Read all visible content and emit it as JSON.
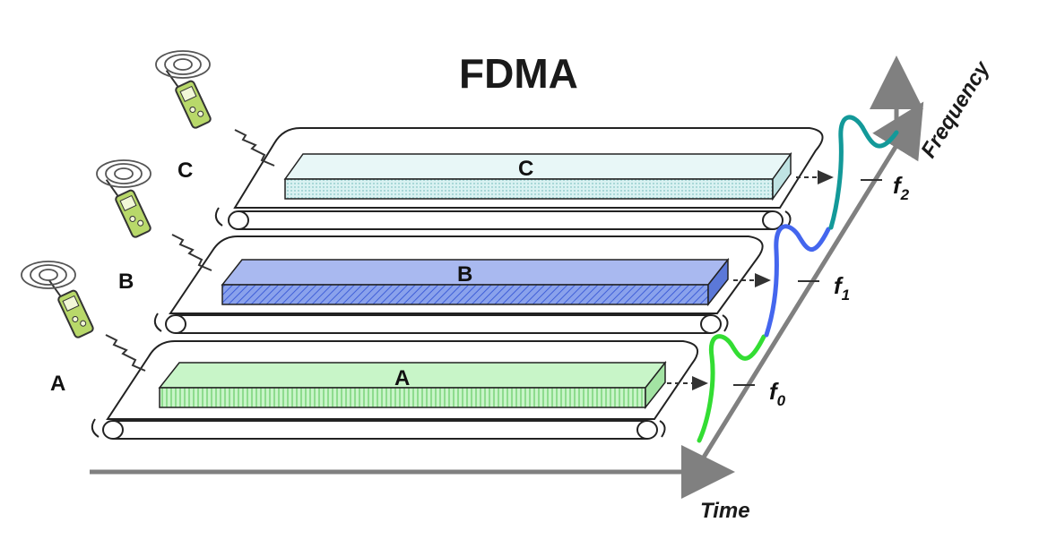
{
  "title": "FDMA",
  "axes": {
    "time_label": "Time",
    "frequency_label": "Frequency"
  },
  "channels": [
    {
      "id": "A",
      "user_label": "A",
      "block_label": "A",
      "freq_base": "f",
      "freq_sub": "0",
      "color": "#33dd33",
      "fill": "#c8f5c8"
    },
    {
      "id": "B",
      "user_label": "B",
      "block_label": "B",
      "freq_base": "f",
      "freq_sub": "1",
      "color": "#4466ee",
      "fill": "#7f98e8"
    },
    {
      "id": "C",
      "user_label": "C",
      "block_label": "C",
      "freq_base": "f",
      "freq_sub": "2",
      "color": "#139999",
      "fill": "#cfeeee"
    }
  ],
  "icons": {
    "phone": "mobile-phone-icon",
    "signal": "radio-waves-icon",
    "link": "lightning-link-icon"
  },
  "colors": {
    "axis": "#808080",
    "belt_stroke": "#222222",
    "arrow": "#333333"
  }
}
